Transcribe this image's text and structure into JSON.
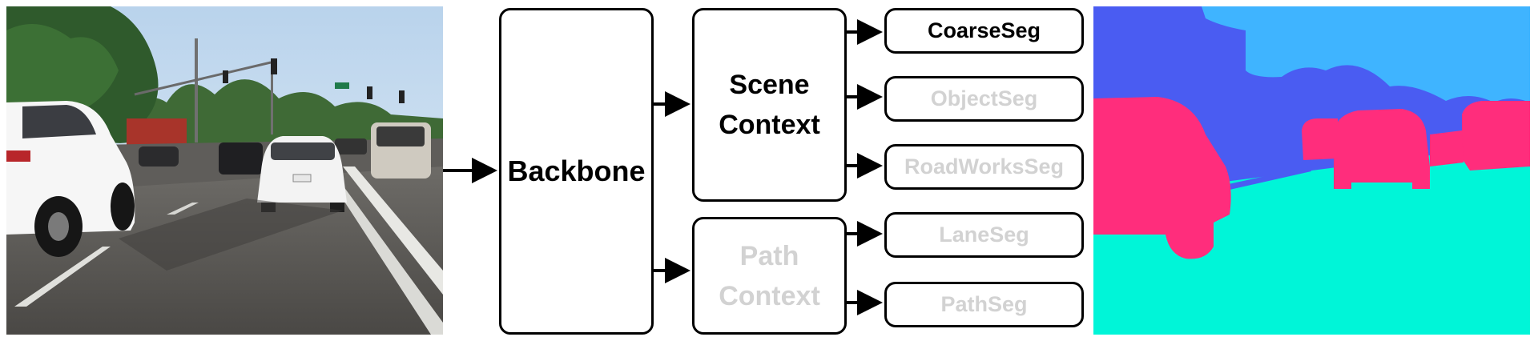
{
  "diagram": {
    "backbone": {
      "label": "Backbone"
    },
    "contexts": [
      {
        "id": "scene",
        "label": "Scene\nContext",
        "active": true
      },
      {
        "id": "path",
        "label": "Path\nContext",
        "active": false
      }
    ],
    "heads": [
      {
        "label": "CoarseSeg",
        "active": true,
        "context": "scene"
      },
      {
        "label": "ObjectSeg",
        "active": false,
        "context": "scene"
      },
      {
        "label": "RoadWorksSeg",
        "active": false,
        "context": "scene"
      },
      {
        "label": "LaneSeg",
        "active": false,
        "context": "path"
      },
      {
        "label": "PathSeg",
        "active": false,
        "context": "path"
      }
    ],
    "colors": {
      "active_text": "#000000",
      "inactive_text": "#d2d2d2",
      "seg_sky": "#3fb4ff",
      "seg_background": "#4a5cf2",
      "seg_vehicle": "#ff2d7c",
      "seg_road": "#00f5d8"
    }
  }
}
